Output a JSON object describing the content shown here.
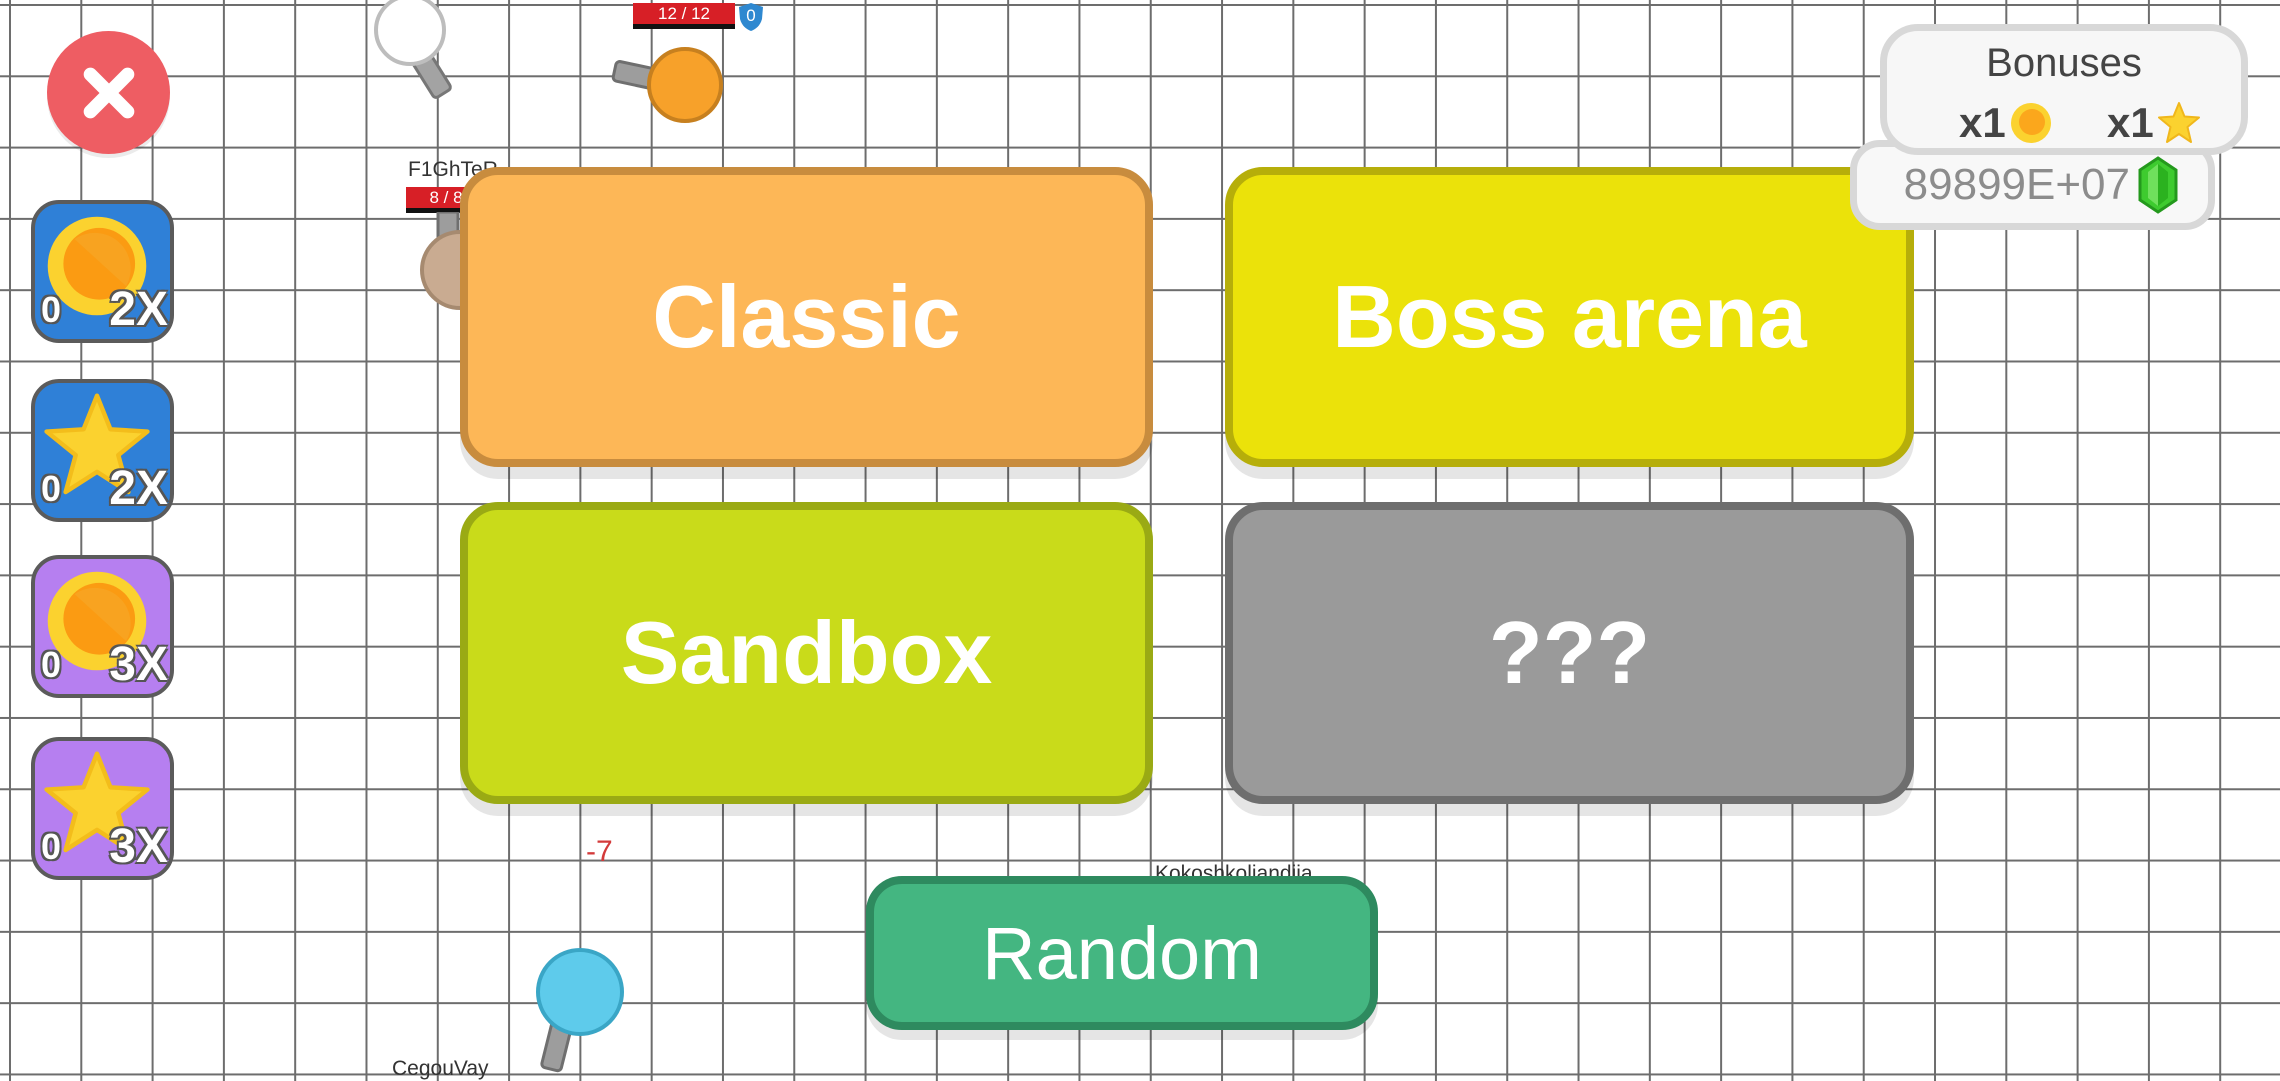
{
  "close_button": {
    "icon": "close-icon",
    "color": "#ee5d63"
  },
  "boosters": [
    {
      "icon": "coin-icon",
      "count": "0",
      "multiplier": "2X",
      "color": "#2f80d7"
    },
    {
      "icon": "star-icon",
      "count": "0",
      "multiplier": "2X",
      "color": "#2f80d7"
    },
    {
      "icon": "coin-icon",
      "count": "0",
      "multiplier": "3X",
      "color": "#b67ff0"
    },
    {
      "icon": "star-icon",
      "count": "0",
      "multiplier": "3X",
      "color": "#b67ff0"
    }
  ],
  "world": {
    "enemy_health": "12 / 12",
    "enemy_shield": "0",
    "player_name_1": "F1GhTeR",
    "player_health_1": "8 / 8",
    "damage_text": "-7",
    "player_name_2": "Kokoshkoliandija",
    "player_name_3": "CegouVay"
  },
  "modes": {
    "classic": "Classic",
    "boss_arena": "Boss arena",
    "sandbox": "Sandbox",
    "unknown": "???",
    "random": "Random"
  },
  "currency": {
    "gems_value": "89899E+07",
    "icon": "gem-icon"
  },
  "bonuses": {
    "title": "Bonuses",
    "coin_multiplier": "x1",
    "star_multiplier": "x1"
  },
  "colors": {
    "classic": "#fdb757",
    "boss_arena": "#ebe20a",
    "sandbox": "#c9db1a",
    "unknown": "#9a9a9a",
    "random": "#44b681"
  }
}
